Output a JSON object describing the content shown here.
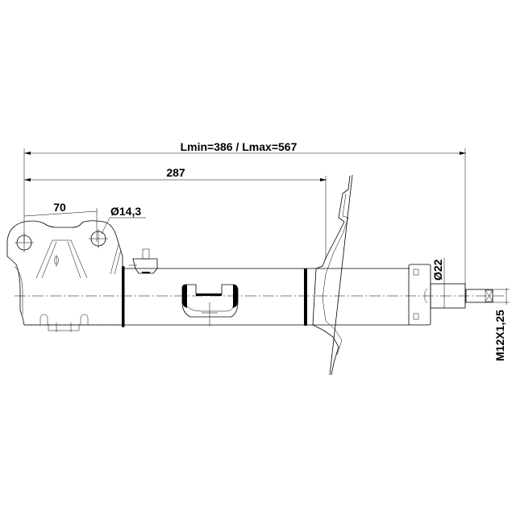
{
  "dimensions": {
    "overall_length": "Lmin=386 / Lmax=567",
    "mount_to_seat": "287",
    "hole_spacing": "70",
    "hole_diameter": "Ø14,3",
    "rod_diameter": "Ø22",
    "thread": "M12X1,25"
  }
}
